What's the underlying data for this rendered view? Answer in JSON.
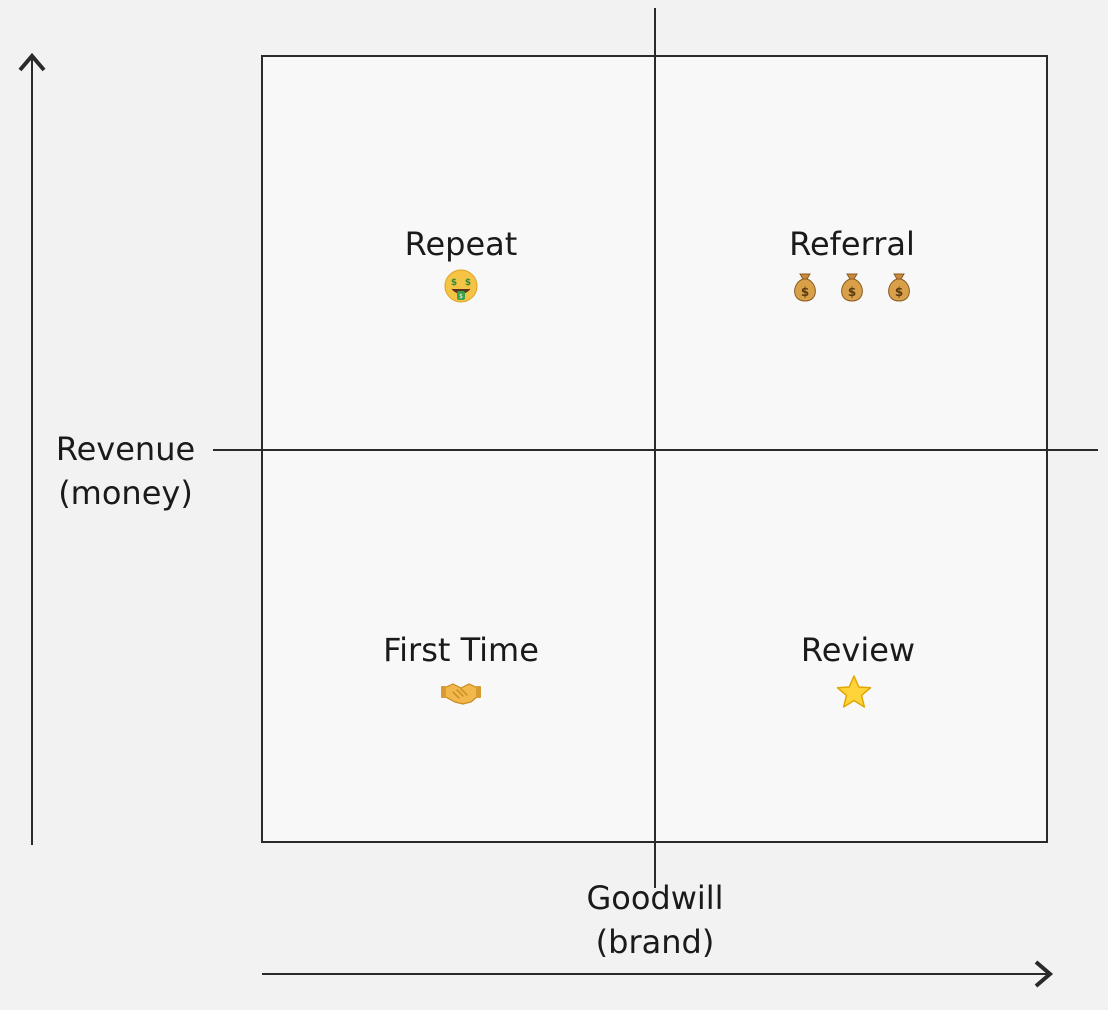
{
  "diagram": {
    "y_axis_label": {
      "line1": "Revenue",
      "line2": "(money)"
    },
    "x_axis_label": {
      "line1": "Goodwill",
      "line2": "(brand)"
    },
    "quadrants": {
      "top_left": {
        "title": "Repeat",
        "icon": "money-mouth-face-icon"
      },
      "top_right": {
        "title": "Referral",
        "icon": "money-bag-icon"
      },
      "bottom_left": {
        "title": "First Time",
        "icon": "handshake-icon"
      },
      "bottom_right": {
        "title": "Review",
        "icon": "star-icon"
      }
    },
    "colors": {
      "line": "#2a2a2a",
      "background": "#f2f2f2",
      "box_fill": "#f8f8f8",
      "emoji_gold": "#f4b400"
    }
  }
}
